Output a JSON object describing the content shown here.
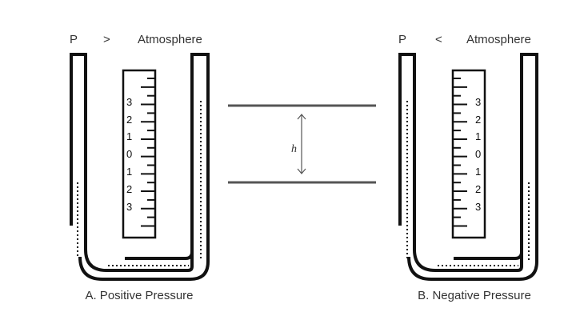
{
  "left_panel": {
    "header_left": "P",
    "header_symbol": ">",
    "header_right": "Atmosphere",
    "caption": "A. Positive Pressure",
    "scale_labels": [
      "3",
      "2",
      "1",
      "0",
      "1",
      "2",
      "3"
    ]
  },
  "right_panel": {
    "header_left": "P",
    "header_symbol": "<",
    "header_right": "Atmosphere",
    "caption": "B. Negative Pressure",
    "scale_labels": [
      "3",
      "2",
      "1",
      "0",
      "1",
      "2",
      "3"
    ]
  },
  "center": {
    "height_label": "h"
  }
}
